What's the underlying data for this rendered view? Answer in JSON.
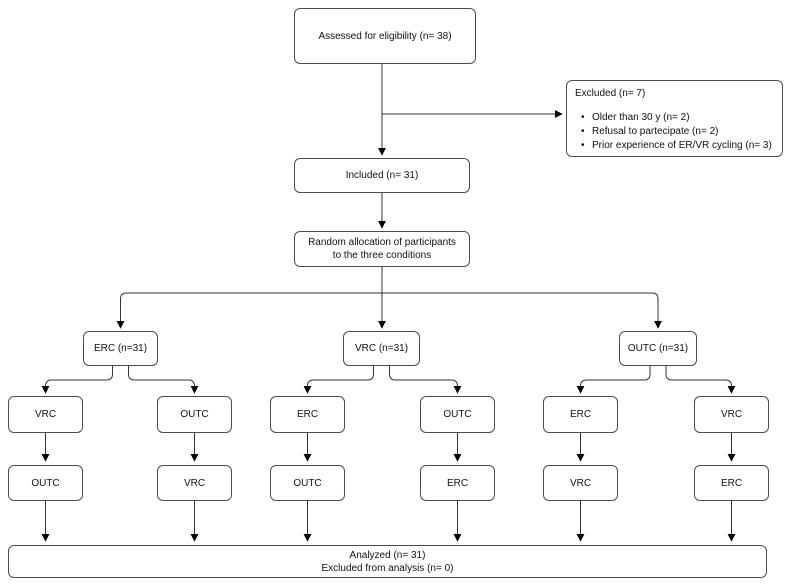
{
  "colors": {
    "background": "#ffffff",
    "box_border": "#4d4d4d",
    "connector": "#333333",
    "arrowhead": "#000000",
    "text": "#111111"
  },
  "flowchart": {
    "assessed": "Assessed for eligibility (n= 38)",
    "excluded": {
      "title": "Excluded (n= 7)",
      "bullets": [
        "Older than 30 y (n= 2)",
        "Refusal to partecipate (n= 2)",
        "Prior experience of ER/VR cycling (n= 3)"
      ]
    },
    "included": "Included (n= 31)",
    "allocation": {
      "line1": "Random allocation of participants",
      "line2": "to the three conditions"
    },
    "conditions": [
      "ERC (n=31)",
      "VRC (n=31)",
      "OUTC (n=31)"
    ],
    "phase2": [
      "VRC",
      "OUTC",
      "ERC",
      "OUTC",
      "ERC",
      "VRC"
    ],
    "phase3": [
      "OUTC",
      "VRC",
      "OUTC",
      "ERC",
      "VRC",
      "ERC"
    ],
    "analyzed": {
      "line1": "Analyzed (n= 31)",
      "line2": "Excluded from analysis (n= 0)"
    }
  }
}
